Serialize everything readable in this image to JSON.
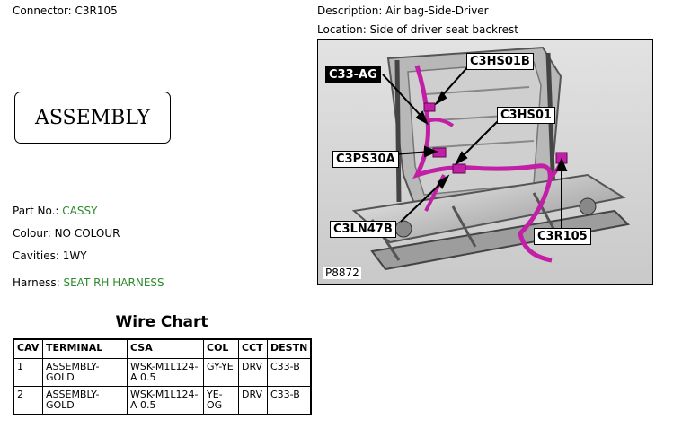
{
  "header": {
    "connector": "Connector: C3R105",
    "description": "Description: Air bag-Side-Driver",
    "location": "Location: Side of driver seat backrest"
  },
  "assembly_label": "ASSEMBLY",
  "details": {
    "part_no_label": "Part No.:",
    "part_no_value": "CASSY",
    "colour": "Colour: NO COLOUR",
    "cavities": "Cavities: 1WY",
    "harness_label": "Harness:",
    "harness_value": "SEAT RH HARNESS"
  },
  "wire_chart": {
    "title": "Wire Chart",
    "headers": [
      "CAV",
      "TERMINAL",
      "CSA",
      "COL",
      "CCT",
      "DESTN"
    ],
    "rows": [
      [
        "1",
        "ASSEMBLY-GOLD",
        "WSK-M1L124-A 0.5",
        "GY-YE",
        "DRV",
        "C33-B"
      ],
      [
        "2",
        "ASSEMBLY-GOLD",
        "WSK-M1L124-A 0.5",
        "YE-OG",
        "DRV",
        "C33-B"
      ]
    ]
  },
  "diagram": {
    "callouts": {
      "c33ag": "C33-AG",
      "c3hs01b": "C3HS01B",
      "c3hs01": "C3HS01",
      "c3ps30a": "C3PS30A",
      "c3ln47b": "C3LN47B",
      "c3r105": "C3R105"
    },
    "picture_number": "P8872",
    "harness_color": "#c21fa6"
  }
}
